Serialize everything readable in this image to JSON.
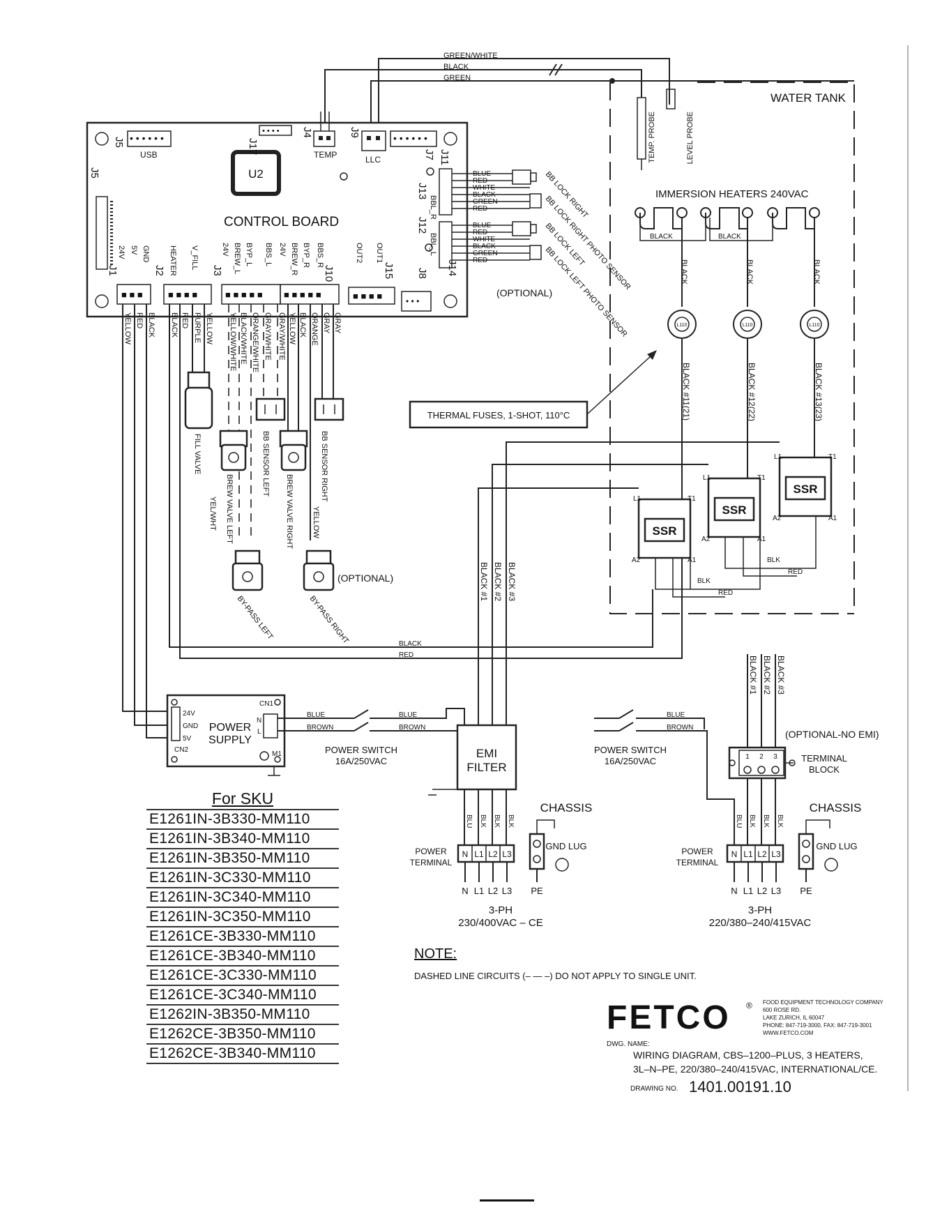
{
  "board": {
    "title": "CONTROL BOARD",
    "chip": "U2",
    "connectors": [
      "J5",
      "J5",
      "J17",
      "J4",
      "J9",
      "J7",
      "J11",
      "J13",
      "J12",
      "J14",
      "J8",
      "J1",
      "J2",
      "J3",
      "J10",
      "J15"
    ],
    "usb": "USB",
    "temp": "TEMP",
    "llc": "LLC",
    "bbl_r": "BBL_R",
    "bbl_l": "BBL_L",
    "j1_pins": [
      "24V",
      "5V",
      "GND"
    ],
    "j2_pins": [
      "HEATER",
      "V_FILL"
    ],
    "j3_pins": [
      "24V",
      "BREW_L",
      "BYP_L",
      "BBS_L",
      "24V",
      "BREW_R",
      "BYP_R",
      "BBS_R"
    ],
    "out_pins": [
      "OUT2",
      "OUT1"
    ]
  },
  "top_wires": [
    "GREEN/WHITE",
    "BLACK",
    "GREEN"
  ],
  "tank": {
    "title": "WATER TANK",
    "temp_probe": "TEMP. PROBE",
    "level_probe": "LEVEL PROBE"
  },
  "heaters": {
    "title": "IMMERSION HEATERS 240VAC",
    "jumper": "BLACK",
    "lead": "BLACK",
    "fuse_mark": "L110"
  },
  "heater_leads": [
    "BLACK #11(21)",
    "BLACK #12(22)",
    "BLACK #13(23)"
  ],
  "thermal_fuses": "THERMAL FUSES, 1-SHOT, 110°C",
  "ssr": {
    "label": "SSR",
    "l1": "L1",
    "t1": "T1",
    "a1": "A1",
    "a2": "A2",
    "blk": "BLK",
    "red": "RED"
  },
  "right_connectors": {
    "wires_upper": [
      "BLUE",
      "RED",
      "WHITE",
      "BLACK",
      "GREEN",
      "RED"
    ],
    "wires_lower": [
      "BLUE",
      "RED",
      "WHITE",
      "BLACK",
      "GREEN",
      "RED"
    ],
    "labels": [
      "BB LOCK RIGHT",
      "BB LOCK RIGHT PHOTO SENSOR",
      "BB LOCK LEFT",
      "BB LOCK LEFT PHOTO SENSOR"
    ],
    "optional": "(OPTIONAL)"
  },
  "lower_wires": {
    "j1": [
      "YELLOW",
      "RED",
      "BLACK"
    ],
    "j2": [
      "BLACK",
      "RED",
      "PURPLE",
      "YELLOW"
    ],
    "j3": [
      "YELLOW/WHITE",
      "BLACK/WHITE",
      "ORANGE/WHITE",
      "GRAY/WHITE",
      "GRAY/WHITE",
      "YELLOW",
      "BLACK",
      "ORANGE",
      "GRAY",
      "GRAY"
    ],
    "yel_wht": "YEL/WHT",
    "yellow": "YELLOW"
  },
  "valves": {
    "fill": "FILL VALVE",
    "brew_left": "BREW VALVE LEFT",
    "brew_right": "BREW VALVE RIGHT",
    "bb_left": "BB SENSOR LEFT",
    "bb_right": "BB SENSOR RIGHT",
    "bypass_left": "BY-PASS LEFT",
    "bypass_right": "BY-PASS RIGHT",
    "optional": "(OPTIONAL)"
  },
  "bottom_wires": [
    "BLACK",
    "RED"
  ],
  "feed_wires": [
    "BLACK #1",
    "BLACK #2",
    "BLACK #3"
  ],
  "power_supply": {
    "title": "POWER",
    "title2": "SUPPLY",
    "pins": [
      "24V",
      "GND",
      "5V"
    ],
    "cn1": "CN1",
    "cn2": "CN2",
    "n": "N",
    "l": "L",
    "m1": "M1"
  },
  "switch_left": {
    "blue": "BLUE",
    "brown": "BROWN",
    "label": "POWER SWITCH",
    "rating": "16A/250VAC"
  },
  "emi": {
    "line1": "EMI",
    "line2": "FILTER",
    "outs": [
      "BLU",
      "BLK",
      "BLK",
      "BLK"
    ]
  },
  "terminal_left": {
    "label1": "POWER",
    "label2": "TERMINAL",
    "cells": [
      "N",
      "L1",
      "L2",
      "L3"
    ],
    "bottom": [
      "N",
      "L1",
      "L2",
      "L3",
      "PE"
    ],
    "chassis": "CHASSIS",
    "gnd": "GND LUG",
    "phase": "3-PH",
    "voltage": "230/400VAC – CE"
  },
  "switch_right": {
    "blue": "BLUE",
    "brown": "BROWN",
    "label": "POWER SWITCH",
    "rating": "16A/250VAC"
  },
  "right_block": {
    "optional": "(OPTIONAL-NO EMI)",
    "label1": "TERMINAL",
    "label2": "BLOCK",
    "pins": [
      "1",
      "2",
      "3"
    ],
    "outs": [
      "BLU",
      "BLK",
      "BLK",
      "BLK"
    ]
  },
  "terminal_right": {
    "label1": "POWER",
    "label2": "TERMINAL",
    "cells": [
      "N",
      "L1",
      "L2",
      "L3"
    ],
    "bottom": [
      "N",
      "L1",
      "L2",
      "L3",
      "PE"
    ],
    "chassis": "CHASSIS",
    "gnd": "GND LUG",
    "phase": "3-PH",
    "voltage": "220/380–240/415VAC"
  },
  "note": {
    "title": "NOTE:",
    "text": "DASHED LINE CIRCUITS (– — –) DO NOT APPLY TO SINGLE UNIT."
  },
  "sku": {
    "title": "For SKU",
    "items": [
      "E1261IN-3B330-MM110",
      "E1261IN-3B340-MM110",
      "E1261IN-3B350-MM110",
      "E1261IN-3C330-MM110",
      "E1261IN-3C340-MM110",
      "E1261IN-3C350-MM110",
      "E1261CE-3B330-MM110",
      "E1261CE-3B340-MM110",
      "E1261CE-3C330-MM110",
      "E1261CE-3C340-MM110",
      "E1262IN-3B350-MM110",
      "E1262CE-3B350-MM110",
      "E1262CE-3B340-MM110"
    ]
  },
  "company": {
    "logo": "FETCO",
    "reg": "®",
    "lines": [
      "FOOD EQUIPMENT TECHNOLOGY COMPANY",
      "600 ROSE RD.",
      "LAKE ZURICH, IL 60047",
      "PHONE: 847-719-3000, FAX: 847-719-3001",
      "WWW.FETCO.COM"
    ],
    "dwg_label": "DWG. NAME:",
    "dwg_name1": "WIRING DIAGRAM, CBS–1200–PLUS, 3 HEATERS,",
    "dwg_name2": "3L–N–PE, 220/380–240/415VAC, INTERNATIONAL/CE.",
    "drawing_label": "DRAWING NO.",
    "drawing_no": "1401.00191.10"
  }
}
